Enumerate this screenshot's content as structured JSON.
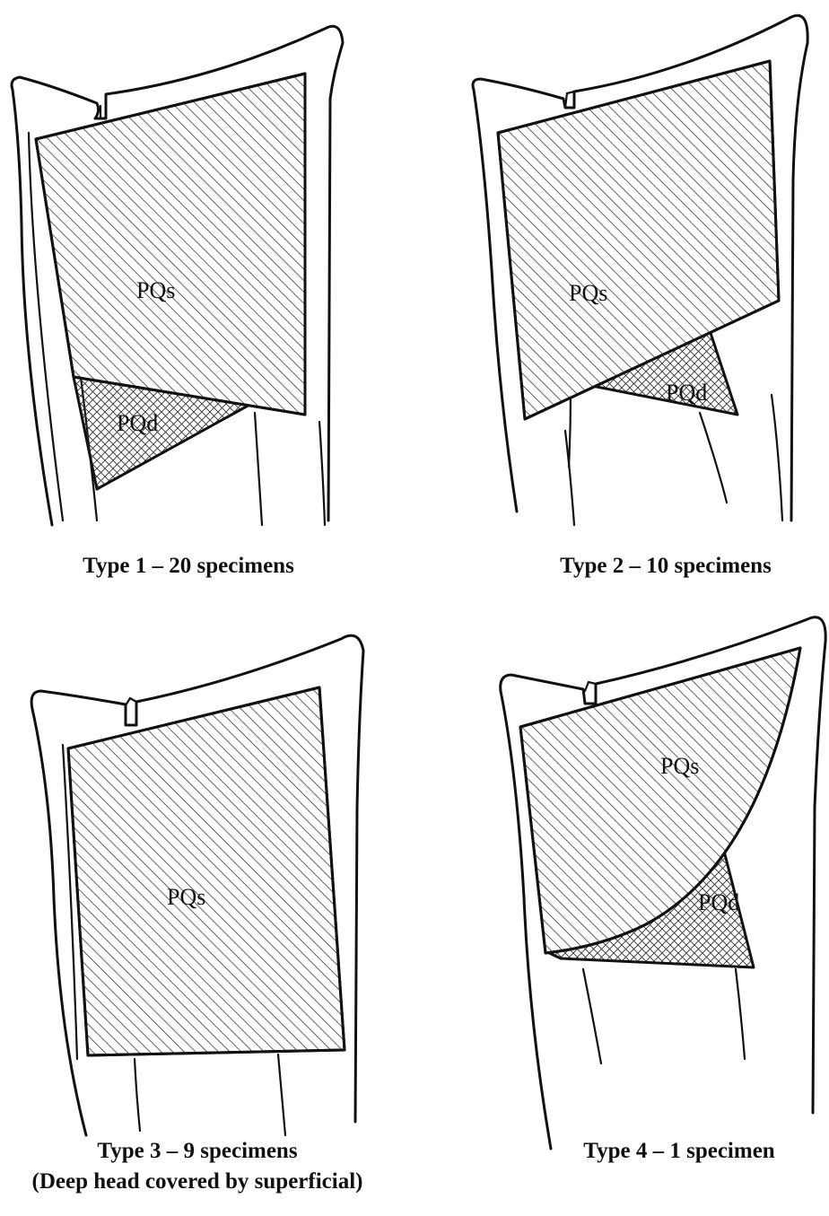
{
  "panels": [
    {
      "label_superficial": "PQs",
      "label_deep": "PQd",
      "caption": "Type 1 – 20 specimens"
    },
    {
      "label_superficial": "PQs",
      "label_deep": "PQd",
      "caption": "Type 2 – 10 specimens"
    },
    {
      "label_superficial": "PQs",
      "caption": "Type 3 – 9 specimens",
      "caption_line2": "(Deep head covered by superficial)"
    },
    {
      "label_superficial": "PQs",
      "label_deep": "PQd",
      "caption": "Type 4 – 1 specimen"
    }
  ]
}
